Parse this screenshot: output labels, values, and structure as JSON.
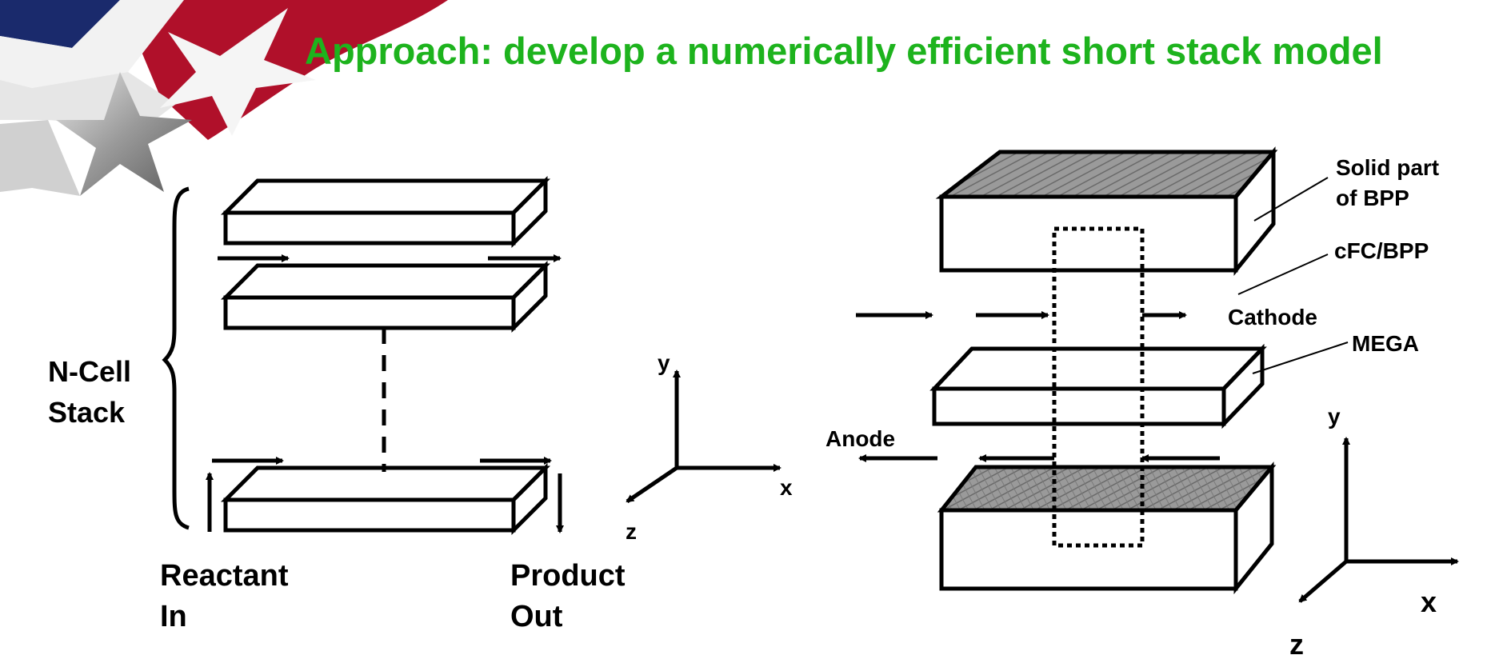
{
  "title": "Approach: develop a numerically efficient short stack model",
  "left_diagram": {
    "stack_label_line1": "N-Cell",
    "stack_label_line2": "Stack",
    "reactant_line1": "Reactant",
    "reactant_line2": "In",
    "product_line1": "Product",
    "product_line2": "Out",
    "axis_y": "y",
    "axis_x": "x",
    "axis_z": "z"
  },
  "right_diagram": {
    "solid_bpp_line1": "Solid part",
    "solid_bpp_line2": "of BPP",
    "cfc_bpp": "cFC/BPP",
    "cathode": "Cathode",
    "mega": "MEGA",
    "anode": "Anode",
    "axis_y": "y",
    "axis_x": "x",
    "axis_z": "z"
  },
  "colors": {
    "title": "#1db31d",
    "hatched_face": "#8c8c8c",
    "logo_red": "#b0102a",
    "logo_blue": "#1a2a6c",
    "logo_silver": "#a9a9a9"
  }
}
